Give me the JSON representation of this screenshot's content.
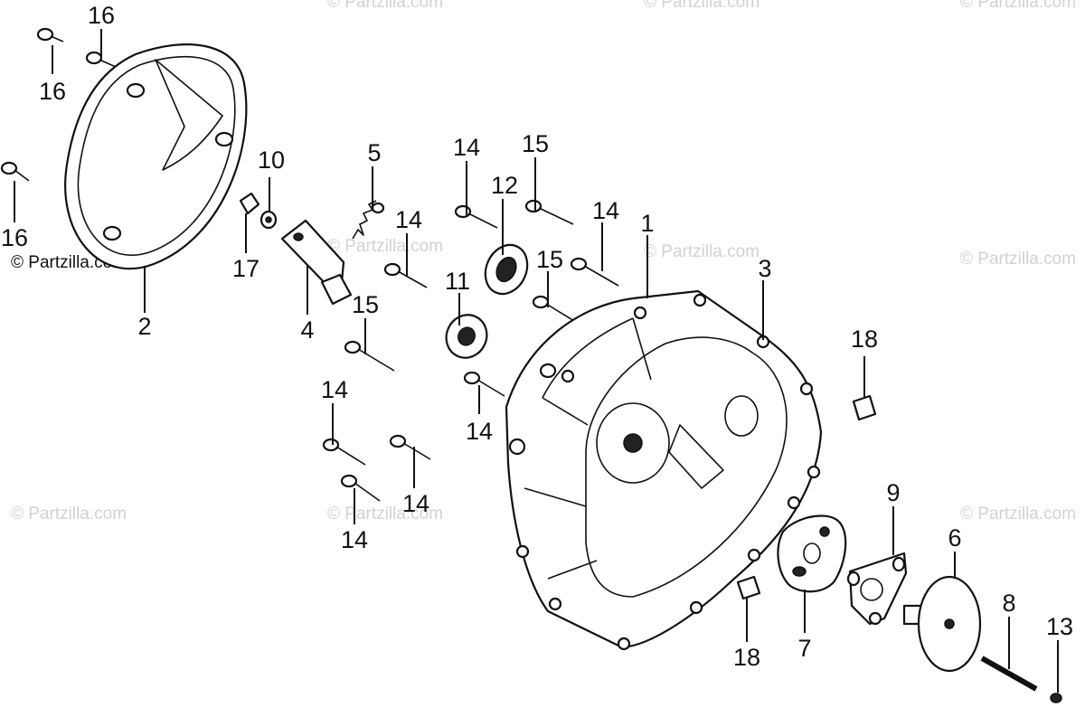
{
  "watermark": "© Partzilla.com",
  "callouts": [
    {
      "id": "c-16a",
      "text": "16"
    },
    {
      "id": "c-16b",
      "text": "16"
    },
    {
      "id": "c-16c",
      "text": "16"
    },
    {
      "id": "c-2",
      "text": "2"
    },
    {
      "id": "c-10",
      "text": "10"
    },
    {
      "id": "c-17",
      "text": "17"
    },
    {
      "id": "c-5",
      "text": "5"
    },
    {
      "id": "c-4",
      "text": "4"
    },
    {
      "id": "c-14a",
      "text": "14"
    },
    {
      "id": "c-15a",
      "text": "15"
    },
    {
      "id": "c-14b",
      "text": "14"
    },
    {
      "id": "c-12",
      "text": "12"
    },
    {
      "id": "c-15b",
      "text": "15"
    },
    {
      "id": "c-14c",
      "text": "14"
    },
    {
      "id": "c-1",
      "text": "1"
    },
    {
      "id": "c-15c",
      "text": "15"
    },
    {
      "id": "c-11",
      "text": "11"
    },
    {
      "id": "c-3",
      "text": "3"
    },
    {
      "id": "c-14d",
      "text": "14"
    },
    {
      "id": "c-14e",
      "text": "14"
    },
    {
      "id": "c-14f",
      "text": "14"
    },
    {
      "id": "c-14g",
      "text": "14"
    },
    {
      "id": "c-18a",
      "text": "18"
    },
    {
      "id": "c-9",
      "text": "9"
    },
    {
      "id": "c-6",
      "text": "6"
    },
    {
      "id": "c-8",
      "text": "8"
    },
    {
      "id": "c-13",
      "text": "13"
    },
    {
      "id": "c-7",
      "text": "7"
    },
    {
      "id": "c-18b",
      "text": "18"
    }
  ]
}
